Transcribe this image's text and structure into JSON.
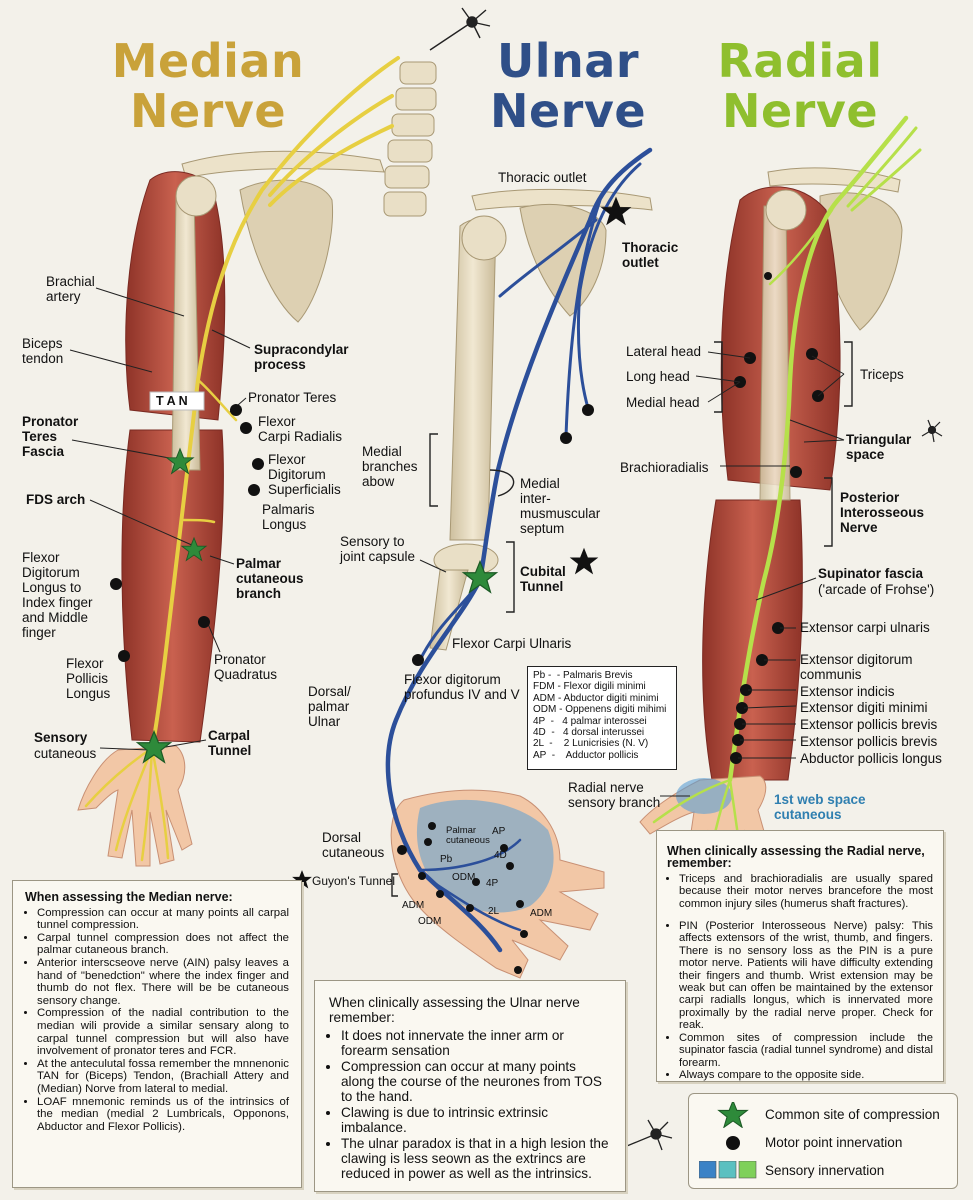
{
  "titles": {
    "median": "Median\nNerve",
    "ulnar": "Ulnar\nNerve",
    "radial": "Radial\nNerve"
  },
  "colors": {
    "median": "#e8d44c",
    "median_title": "#c9a23a",
    "ulnar": "#2c4f9a",
    "ulnar_title": "#2f4f88",
    "radial": "#b6e04a",
    "radial_title": "#8fbf2e",
    "muscle": "#b94a3c",
    "bone": "#e8dcc0",
    "skin": "#f0c4a4",
    "compression_star": "#2e8a3a",
    "motor_point": "#111111",
    "sensory_area": "#5a9fd4"
  },
  "median": {
    "brachial_artery": "Brachial\nartery",
    "biceps_tendon": "Biceps\ntendon",
    "tan": "T A N",
    "pronator_teres_fascia": "Pronator\nTeres\nFascia",
    "fds_arch": "FDS arch",
    "fdl": "Flexor\nDigitorum\nLongus to\nIndex finger\nand Middle\nfinger",
    "fpl": "Flexor\nPollicis\nLongus",
    "sensory_label": "Sensory",
    "cutaneous_label": "cutaneous",
    "supracondylar": "Supracondylar\nprocess",
    "pronator_teres": "Pronator Teres",
    "fcr": "Flexor\nCarpi Radialis",
    "fds": "Flexor\nDigitorum\nSuperficialis",
    "palmaris_longus": "Palmaris\nLongus",
    "palmar_cutaneous": "Palmar\ncutaneous\nbranch",
    "pronator_quadratus": "Pronator\nQuadratus",
    "carpal_tunnel": "Carpal\nTunnel"
  },
  "ulnar": {
    "thoracic_outlet_top": "Thoracic outlet",
    "thoracic_outlet": "Thoracic\noutlet",
    "medial_branches": "Medial\nbranches\nabow",
    "medial_septum": "Medial\ninter-\nmusmuscular\nseptum",
    "sensory_joint": "Sensory to\njoint capsule",
    "cubital_tunnel": "Cubital\nTunnel",
    "fcu": "Flexor Carpi Ulnaris",
    "fdp": "Flexor digitorum\nprofundus IV and V",
    "dorsal_palmar": "Dorsal/\npalmar\nUlnar",
    "dorsal_cutaneous": "Dorsal\ncutaneous",
    "guyons_tunnel": "Guyon's Tunnel",
    "hand_labels": {
      "palmar": "Palmar\ncutaneous",
      "pb": "Pb",
      "odm": "ODM",
      "adm": "ADM",
      "ap": "AP",
      "4d": "4D",
      "4p": "4P",
      "2l": "2L",
      "adm2": "ADM",
      "odm2": "ODM"
    }
  },
  "abbreviations": [
    "Pb -  - Palmaris Brevis",
    "FDM - Flexor digili minimi",
    "ADM - Abductor digiti minimi",
    "ODM - Oppenens digiti mihimi",
    "4P  -   4 palmar interossei",
    "4D  -   4 dorsal interussei",
    "2L  -    2 Lunicrisies (N. V)",
    "AP  -    Adductor pollicis"
  ],
  "radial": {
    "lateral_head": "Lateral head",
    "long_head": "Long head",
    "medial_head": "Medial head",
    "triceps": "Triceps",
    "triangular_space": "Triangular\nspace",
    "brachioradialis": "Brachioradialis",
    "pin": "Posterior\nInterosseous\nNerve",
    "supinator_fascia": "Supinator fascia",
    "arcade": "('arcade of Frohse')",
    "ecu": "Extensor carpi ulnaris",
    "edc": "Extensor digitorum\ncommunis",
    "ei": "Extensor indicis",
    "edm": "Extensor digiti minimi",
    "epb": "Extensor pollicis brevis",
    "epb2": "Extensor pollicis brevis",
    "apl": "Abductor pollicis longus",
    "sensory_branch": "Radial nerve\nsensory branch",
    "web_space": "1st web space\ncutaneous"
  },
  "median_note": {
    "heading": "When assessing the Median nerve:",
    "items": [
      "Compression can occur at many points all carpal tunnel compression.",
      "Carpal tunnel compression does not affect the palmar cutaneous branch.",
      "Anterior interscseove nerve (AIN) palsy leaves a hand of \"benedction\" where the index finger and thumb do not flex. There will be be cutaneous sensory change.",
      "Compression of the nadial contribution to the median wili provide a similar sensary along to carpal tunnel compression but will also have involvement of pronator teres and FCR.",
      "At the anteculutal fossa remember the mnnenonic TAN for (Biceps) Tendon, (Brachiall Attery and (Median) Norve from lateral to medial.",
      "LOAF mnemonic reminds us of the intrinsics of the median (medial 2 Lumbricals, Opponons, Abductor and Flexor Pollicis)."
    ]
  },
  "ulnar_note": {
    "heading": "When clinically assessing the Ulnar nerve remember:",
    "items": [
      "It does not innervate the inner arm or forearm sensation",
      "Compression can occur at many points along the course of the neurones from TOS to the hand.",
      "Clawing is due to intrinsic extrinsic imbalance.",
      "The ulnar paradox is that in a high lesion the clawing is less seown as the extrincs are reduced in power as well as the intrinsics."
    ]
  },
  "radial_note": {
    "heading": "When clinically assessing the Radial nerve, remember:",
    "items": [
      "Triceps and brachioradialis are usually spared because their motor nerves brancefore the most common injury siles (humerus shaft fractures).",
      "PIN (Posterior Interosseous Nerve) palsy: This affects extensors of the wrist, thumb, and fingers. There is no sensory loss as the PIN is a pure motor nerve. Patients wili have difficulty extending their fingers and thumb. Wrist extension may be weak but can offen be maintained by the extensor carpi radialls longus, which is innervated more proximally by the radial nerve proper. Check for reak.",
      "Common sites of compression include the supinator fascia (radial tunnel syndrome) and distal forearm.",
      "Always compare to the opposite side."
    ]
  },
  "legend": {
    "compression": "Common site of compression",
    "motor": "Motor point innervation",
    "sensory": "Sensory innervation"
  }
}
